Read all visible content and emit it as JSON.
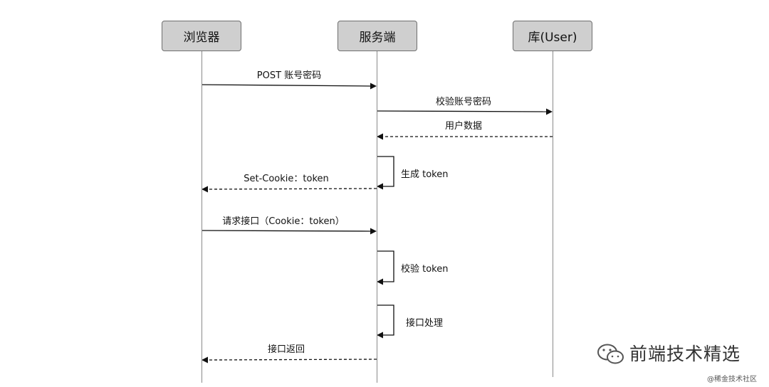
{
  "actors": [
    {
      "id": "browser",
      "label": "浏览器"
    },
    {
      "id": "server",
      "label": "服务端"
    },
    {
      "id": "db",
      "label": "库(User)"
    }
  ],
  "messages": [
    {
      "from": "browser",
      "to": "server",
      "label": "POST 账号密码",
      "style": "solid"
    },
    {
      "from": "server",
      "to": "db",
      "label": "校验账号密码",
      "style": "solid"
    },
    {
      "from": "db",
      "to": "server",
      "label": "用户数据",
      "style": "dashed"
    },
    {
      "from": "server",
      "to": "server",
      "label": "生成 token",
      "style": "self"
    },
    {
      "from": "server",
      "to": "browser",
      "label": "Set-Cookie：token",
      "style": "dashed"
    },
    {
      "from": "browser",
      "to": "server",
      "label": "请求接口（Cookie：token）",
      "style": "solid"
    },
    {
      "from": "server",
      "to": "server",
      "label": "校验 token",
      "style": "self"
    },
    {
      "from": "server",
      "to": "server",
      "label": "接口处理",
      "style": "self"
    },
    {
      "from": "server",
      "to": "browser",
      "label": "接口返回",
      "style": "dashed"
    }
  ],
  "watermark": {
    "title": "前端技术精选",
    "subtitle": "@稀金技术社区",
    "icon": "wechat-icon"
  }
}
